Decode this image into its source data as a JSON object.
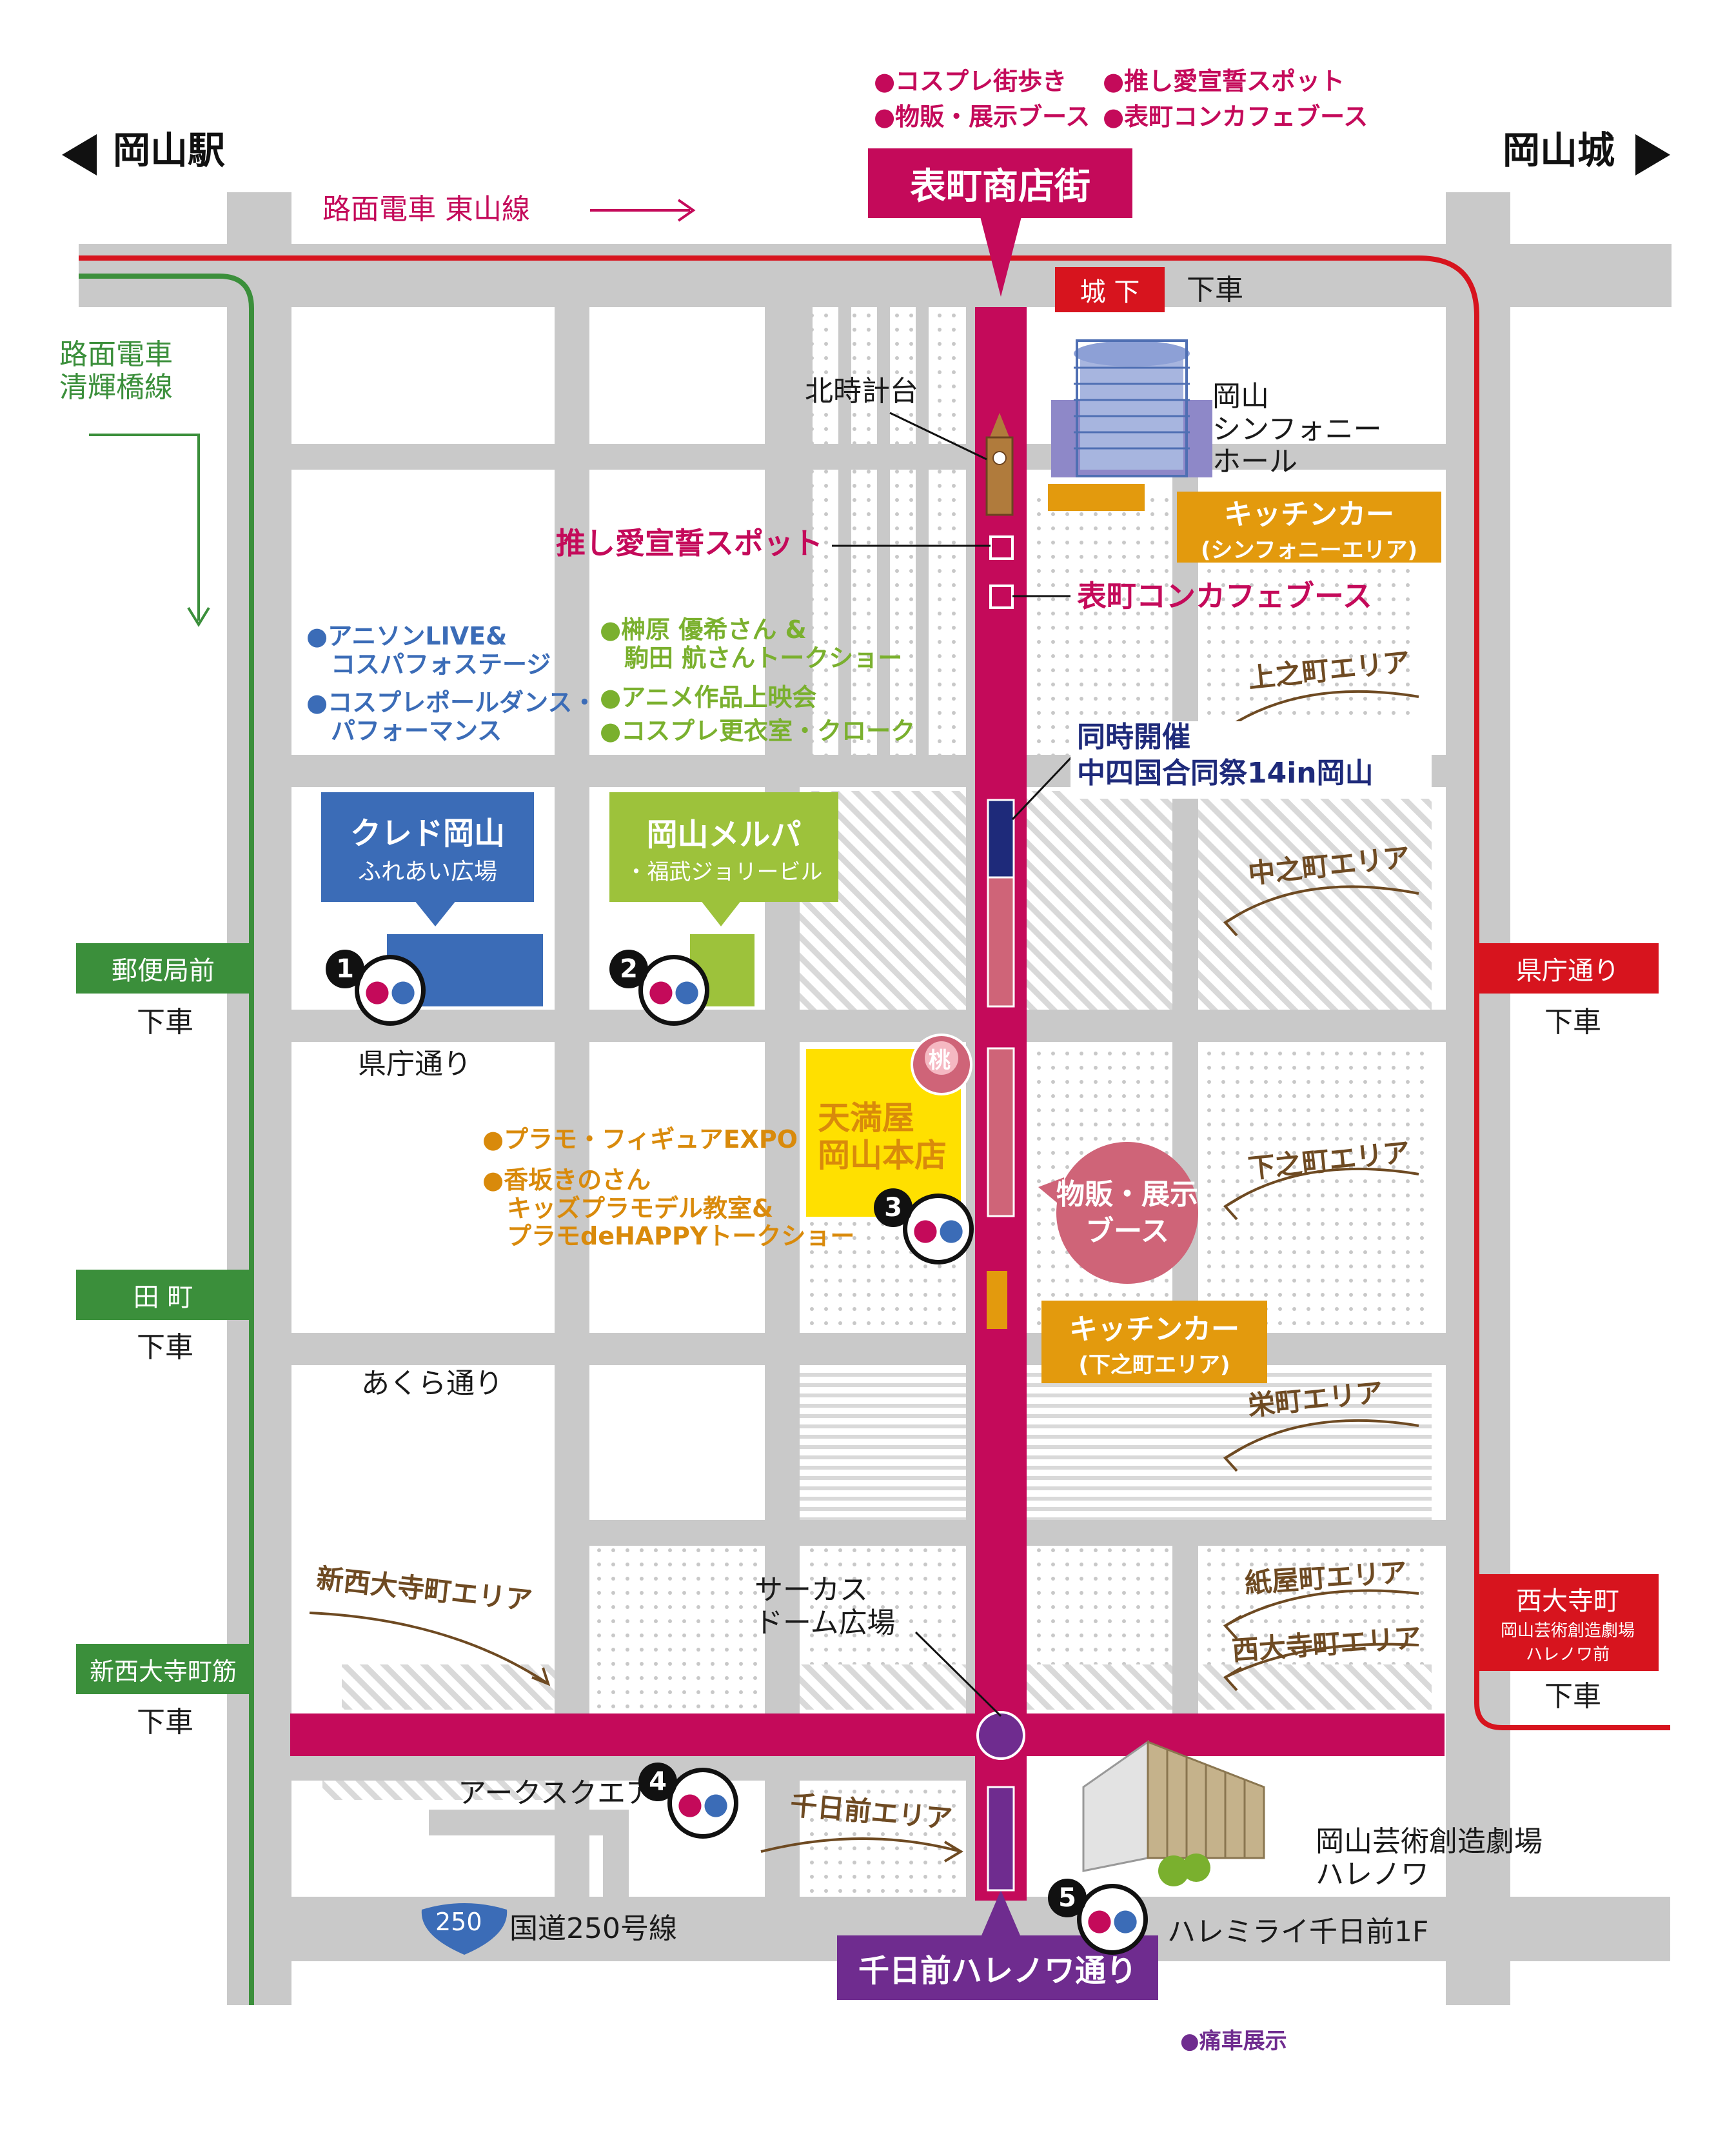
{
  "nav": {
    "left_station": "岡山駅",
    "right_castle": "岡山城"
  },
  "tram": {
    "higashiyama_line": "路面電車 東山線",
    "seikibashi_line": "路面電車\n清輝橋線"
  },
  "top_legend": [
    "●コスプレ街歩き",
    "●推し愛宣誓スポット",
    "●物販・展示ブース",
    "●表町コンカフェブース"
  ],
  "street_top": "表町商店街",
  "street_bottom": "千日前ハレノワ通り",
  "bottom_legend": "●痛車展示",
  "stops": {
    "shiroshita": {
      "name": "城 下",
      "alight": "下車"
    },
    "kenchodori_right": {
      "name": "県庁通り",
      "alight": "下車"
    },
    "saidaiji_right": {
      "name": "西大寺町",
      "sub": "岡山芸術創造劇場\nハレノワ前",
      "alight": "下車"
    },
    "yubinkyoku": {
      "name": "郵便局前",
      "alight": "下車"
    },
    "tamachi": {
      "name": "田 町",
      "alight": "下車"
    },
    "shinsaidaiji": {
      "name": "新西大寺町筋",
      "alight": "下車"
    }
  },
  "landmarks": {
    "clock": "北時計台",
    "symphony": "岡山\nシンフォニー\nホール",
    "circus": "サーカス\nドーム広場",
    "harenowa": "岡山芸術創造劇場\nハレノワ",
    "haremirai": "ハレミライ千日前1F",
    "ark": "アークスクエア",
    "route": "国道250号線",
    "route_no": "250",
    "kenchodori": "県庁通り",
    "akuradori": "あくら通り"
  },
  "spots": {
    "oshi": "推し愛宣誓スポット",
    "concafe": "表町コンカフェブース",
    "doji_title": "同時開催",
    "doji_name": "中四国合同祭14in岡山",
    "kitchen1_title": "キッチンカー",
    "kitchen1_sub": "(シンフォニーエリア)",
    "kitchen2_title": "キッチンカー",
    "kitchen2_sub": "(下之町エリア)",
    "booth": "物販・展示\nブース"
  },
  "venues": {
    "cred_title": "クレド岡山",
    "cred_sub": "ふれあい広場",
    "merupa_title": "岡山メルパ",
    "merupa_sub": "・福武ジョリービル",
    "tenmaya": "天満屋\n岡山本店",
    "momo": "桃"
  },
  "events": {
    "blue": [
      "●アニソンLIVE&\n　コスパフォステージ",
      "●コスプレポールダンス・\n　パフォーマンス"
    ],
    "green": [
      "●榊原 優希さん &\n　駒田 航さんトークショー",
      "●アニメ作品上映会",
      "●コスプレ更衣室・クローク"
    ],
    "orange": [
      "●プラモ・フィギュアEXPO",
      "●香坂きのさん\n　キッズプラモデル教室&\n　プラモdeHAPPYトークショー"
    ]
  },
  "areas": {
    "kaminocho": "上之町エリア",
    "nakanocho": "中之町エリア",
    "shimonocho": "下之町エリア",
    "sakaemachi": "栄町エリア",
    "kamiyacho": "紙屋町エリア",
    "nishiodaiji": "西大寺町エリア",
    "shinnishiodaiji": "新西大寺町エリア",
    "sennichimae": "千日前エリア"
  },
  "badges": [
    "1",
    "2",
    "3",
    "4",
    "5"
  ],
  "colors": {
    "magenta": "#c40a5a",
    "pink": "#cf6478",
    "purple": "#6f2c8f",
    "red": "#d7141e",
    "green_line": "#3b8f3b",
    "blue": "#3b6cb7",
    "lime": "#9dc23b",
    "yellow": "#ffe000",
    "orange": "#e39a0d",
    "navy": "#1e2a7a",
    "road": "#c9c9c9"
  },
  "icons": [
    "restroom-icon",
    "arrow-left-icon",
    "arrow-right-icon",
    "clock-tower-icon",
    "building-icon",
    "theater-icon",
    "arrow-down-icon"
  ]
}
